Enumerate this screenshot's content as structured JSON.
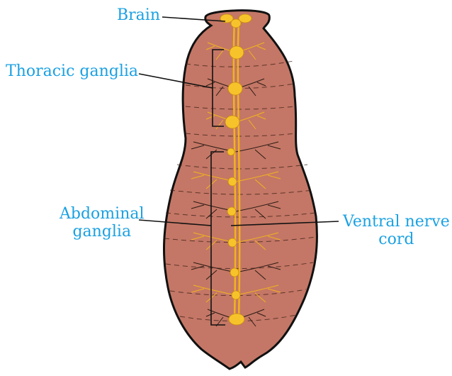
{
  "colors": {
    "body_fill": "#C47766",
    "body_outline": "#111111",
    "nerve": "#F2B31F",
    "ganglion": "#F7C32B",
    "label_text": "#1BA1E2",
    "pointer": "#111111"
  },
  "labels": {
    "brain": "Brain",
    "thoracic_ganglia": "Thoracic ganglia",
    "abdominal_ganglia": [
      "Abdominal",
      "ganglia"
    ],
    "ventral_nerve_cord": [
      "Ventral nerve",
      "cord"
    ]
  }
}
